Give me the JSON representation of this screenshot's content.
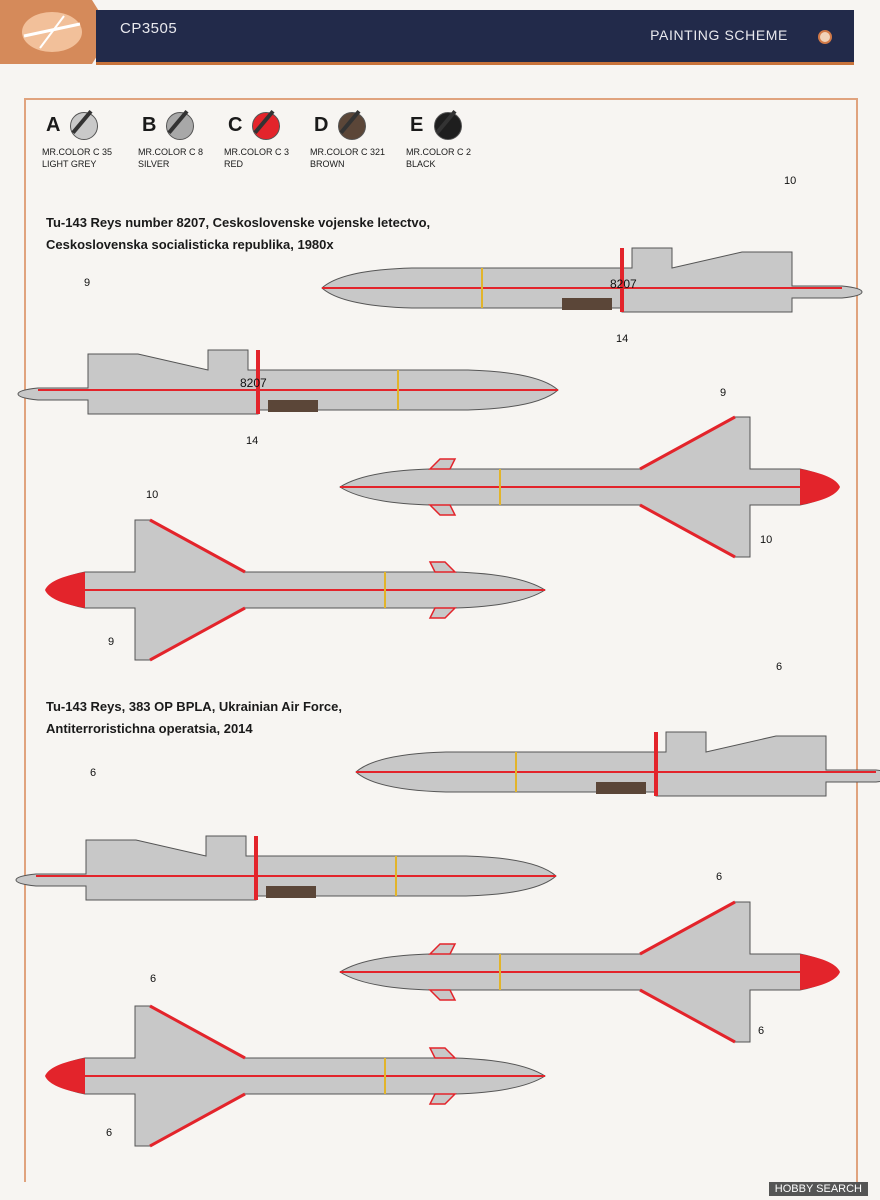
{
  "header": {
    "code": "CP3505",
    "title": "PAINTING SCHEME"
  },
  "legend": [
    {
      "letter": "A",
      "name": "MR.COLOR C 35",
      "desc": "LIGHT GREY",
      "color": "#c9c9c9"
    },
    {
      "letter": "B",
      "name": "MR.COLOR C 8",
      "desc": "SILVER",
      "color": "#a8a8a8"
    },
    {
      "letter": "C",
      "name": "MR.COLOR C 3",
      "desc": "RED",
      "color": "#e3242b"
    },
    {
      "letter": "D",
      "name": "MR.COLOR C 321",
      "desc": "BROWN",
      "color": "#5b4638"
    },
    {
      "letter": "E",
      "name": "MR.COLOR C 2",
      "desc": "BLACK",
      "color": "#1e1e1e"
    }
  ],
  "schemes": [
    {
      "line1": "Tu-143 Reys number 8207, Ceskoslovenske vojenske letectvo,",
      "line2": "Ceskoslovenska socialisticka republika, 1980x"
    },
    {
      "line1": "Tu-143 Reys,  383 OP BPLA, Ukrainian Air Force,",
      "line2": "Antiterroristichna operatsia, 2014"
    }
  ],
  "markings": {
    "serial": "8207",
    "n9": "9",
    "n10": "10",
    "n14": "14",
    "n6": "6"
  },
  "footer": "HOBBY SEARCH"
}
